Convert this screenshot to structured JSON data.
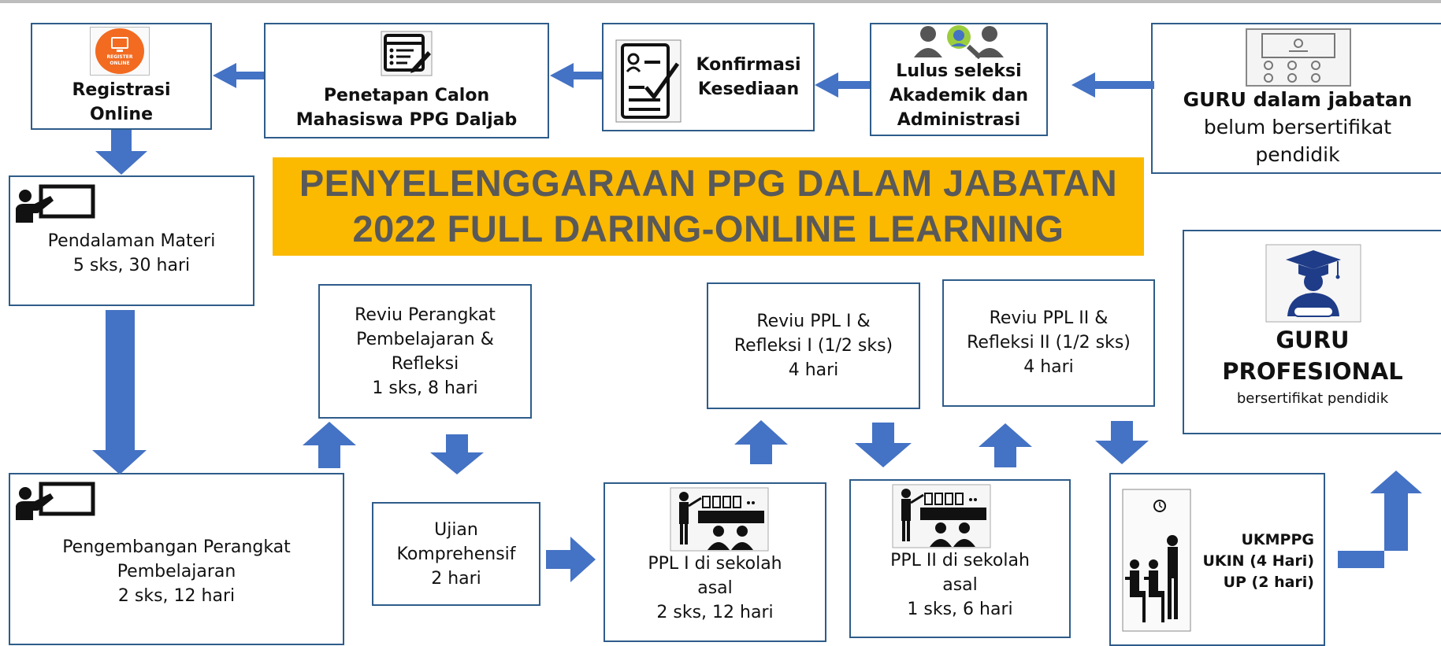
{
  "banner": {
    "line1": "PENYELENGGARAAN PPG DALAM JABATAN",
    "line2": "2022 FULL DARING-ONLINE LEARNING"
  },
  "register_icon": {
    "line1": "REGISTER",
    "line2": "ONLINE"
  },
  "nodes": {
    "guru_jabatan": {
      "title": "GURU dalam jabatan",
      "line2": "belum bersertifikat",
      "line3": "pendidik"
    },
    "lulus_seleksi": {
      "line1": "Lulus seleksi",
      "line2": "Akademik dan",
      "line3": "Administrasi"
    },
    "konfirmasi": {
      "line1": "Konfirmasi",
      "line2": "Kesediaan"
    },
    "penetapan": {
      "line1": "Penetapan Calon",
      "line2": "Mahasiswa PPG Daljab"
    },
    "registrasi": {
      "line1": "Registrasi",
      "line2": "Online"
    },
    "pendalaman": {
      "line1": "Pendalaman Materi",
      "line2": "5 sks, 30 hari"
    },
    "pengembangan": {
      "line1": "Pengembangan  Perangkat",
      "line2": "Pembelajaran",
      "line3": "2 sks, 12 hari"
    },
    "reviu_perangkat": {
      "line1": "Reviu Perangkat",
      "line2": "Pembelajaran &",
      "line3": "Refleksi",
      "line4": "1 sks, 8 hari"
    },
    "ujian": {
      "line1": "Ujian",
      "line2": "Komprehensif",
      "line3": "2 hari"
    },
    "ppl1": {
      "line1": "PPL  I  di sekolah",
      "line2": "asal",
      "line3": "2 sks, 12 hari"
    },
    "reviu_ppl1": {
      "line1": "Reviu PPL I &",
      "line2": "Refleksi  I (1/2 sks)",
      "line3": "4 hari"
    },
    "ppl2": {
      "line1": "PPL II di sekolah",
      "line2": "asal",
      "line3": "1 sks, 6 hari"
    },
    "reviu_ppl2": {
      "line1": "Reviu PPL  II &",
      "line2": "Refleksi II (1/2 sks)",
      "line3": "4 hari"
    },
    "ukmppg": {
      "line1": "UKMPPG",
      "line2": "UKIN (4 Hari)",
      "line3": "UP (2 hari)"
    },
    "guru_profesional": {
      "line1": "GURU",
      "line2": "PROFESIONAL",
      "line3": "bersertifikat pendidik"
    }
  },
  "colors": {
    "arrow": "#4472c4",
    "border": "#2e5c8a",
    "banner_bg": "#fbb900",
    "banner_text": "#595959",
    "register_icon": "#f26b21",
    "graduate_icon": "#1f3c88"
  }
}
